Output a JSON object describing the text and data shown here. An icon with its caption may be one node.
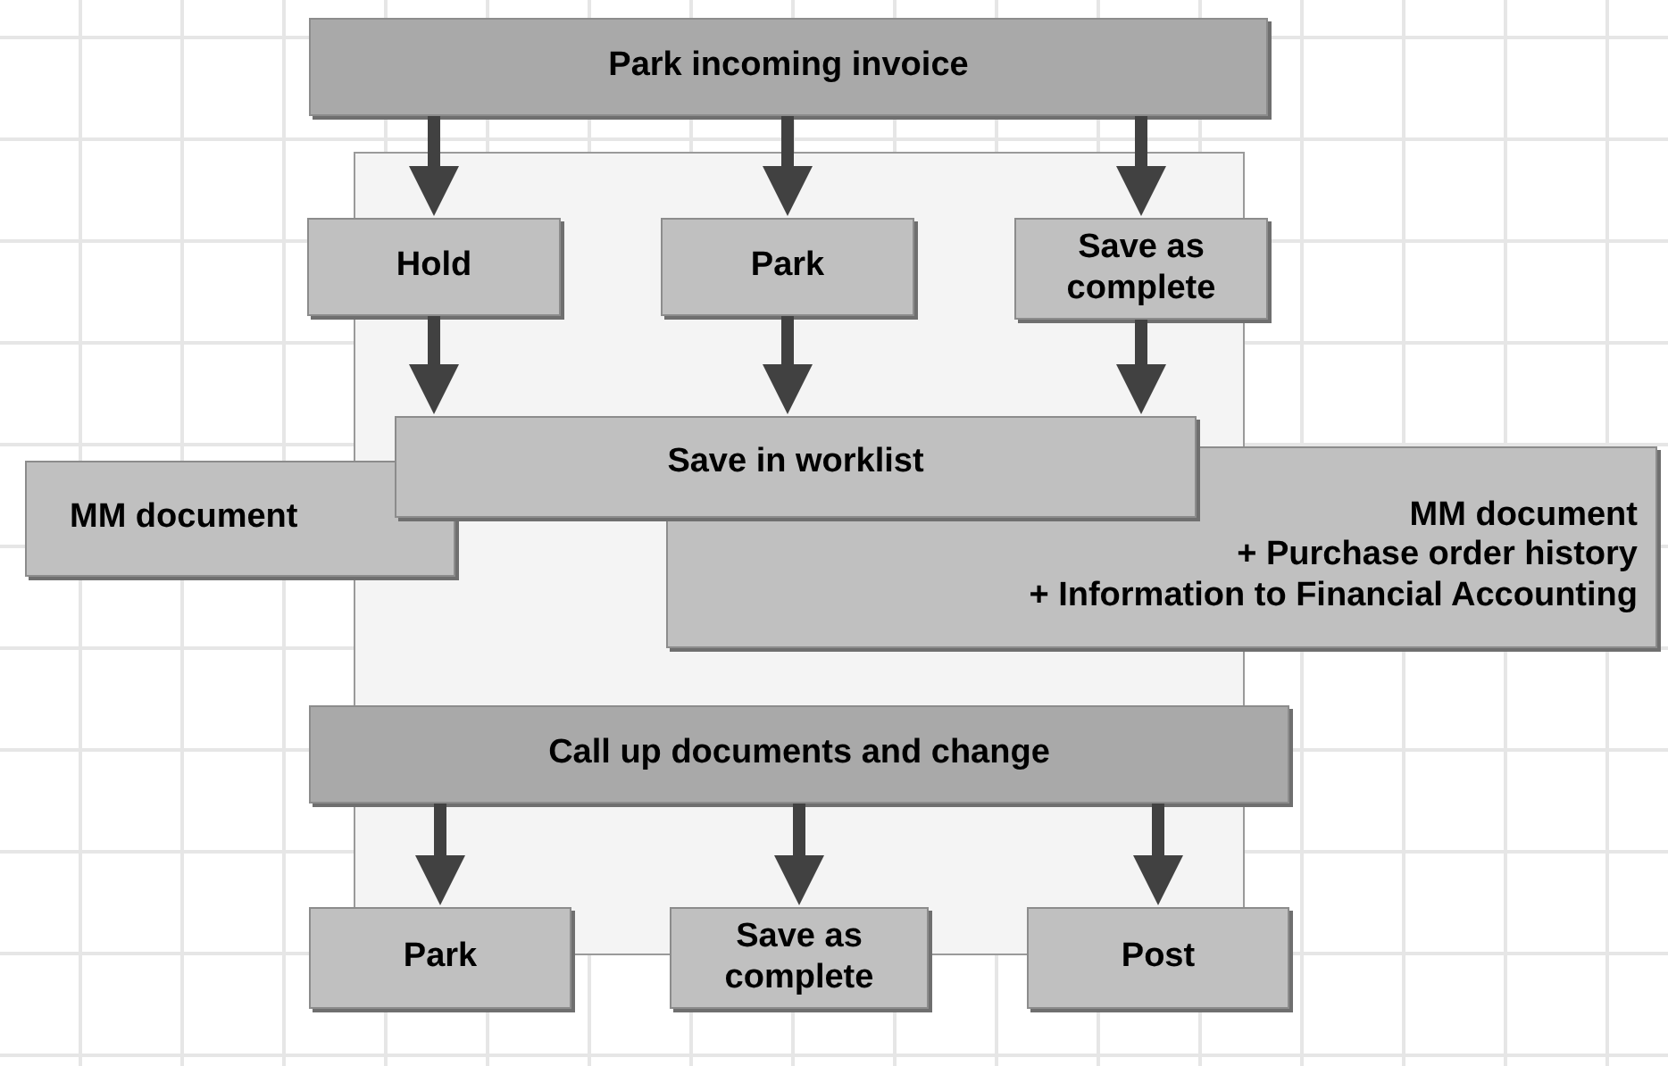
{
  "diagram": {
    "nodes": [
      {
        "text": [
          "Park incoming invoice"
        ]
      },
      {
        "text": [
          "Hold"
        ]
      },
      {
        "text": [
          "Park"
        ]
      },
      {
        "text": [
          "Save as complete"
        ]
      },
      {
        "text": [
          "Save in worklist"
        ]
      },
      {
        "text": [
          "MM document"
        ]
      },
      {
        "text": [
          "MM document",
          "+ Purchase order history",
          "+ Information to Financial Accounting"
        ]
      },
      {
        "text": [
          "Call up documents and change"
        ]
      },
      {
        "text": [
          "Park"
        ]
      },
      {
        "text": [
          "Save as complete"
        ]
      },
      {
        "text": [
          "Post"
        ]
      }
    ],
    "edges": [
      {
        "from": 0,
        "to": 1,
        "arrow": "to"
      },
      {
        "from": 0,
        "to": 2,
        "arrow": "to"
      },
      {
        "from": 0,
        "to": 3,
        "arrow": "to"
      },
      {
        "from": 1,
        "to": 4,
        "arrow": "to"
      },
      {
        "from": 2,
        "to": 4,
        "arrow": "to"
      },
      {
        "from": 3,
        "to": 4,
        "arrow": "to"
      },
      {
        "from": 7,
        "to": 8,
        "arrow": "to"
      },
      {
        "from": 7,
        "to": 9,
        "arrow": "to"
      },
      {
        "from": 7,
        "to": 10,
        "arrow": "to"
      }
    ]
  }
}
